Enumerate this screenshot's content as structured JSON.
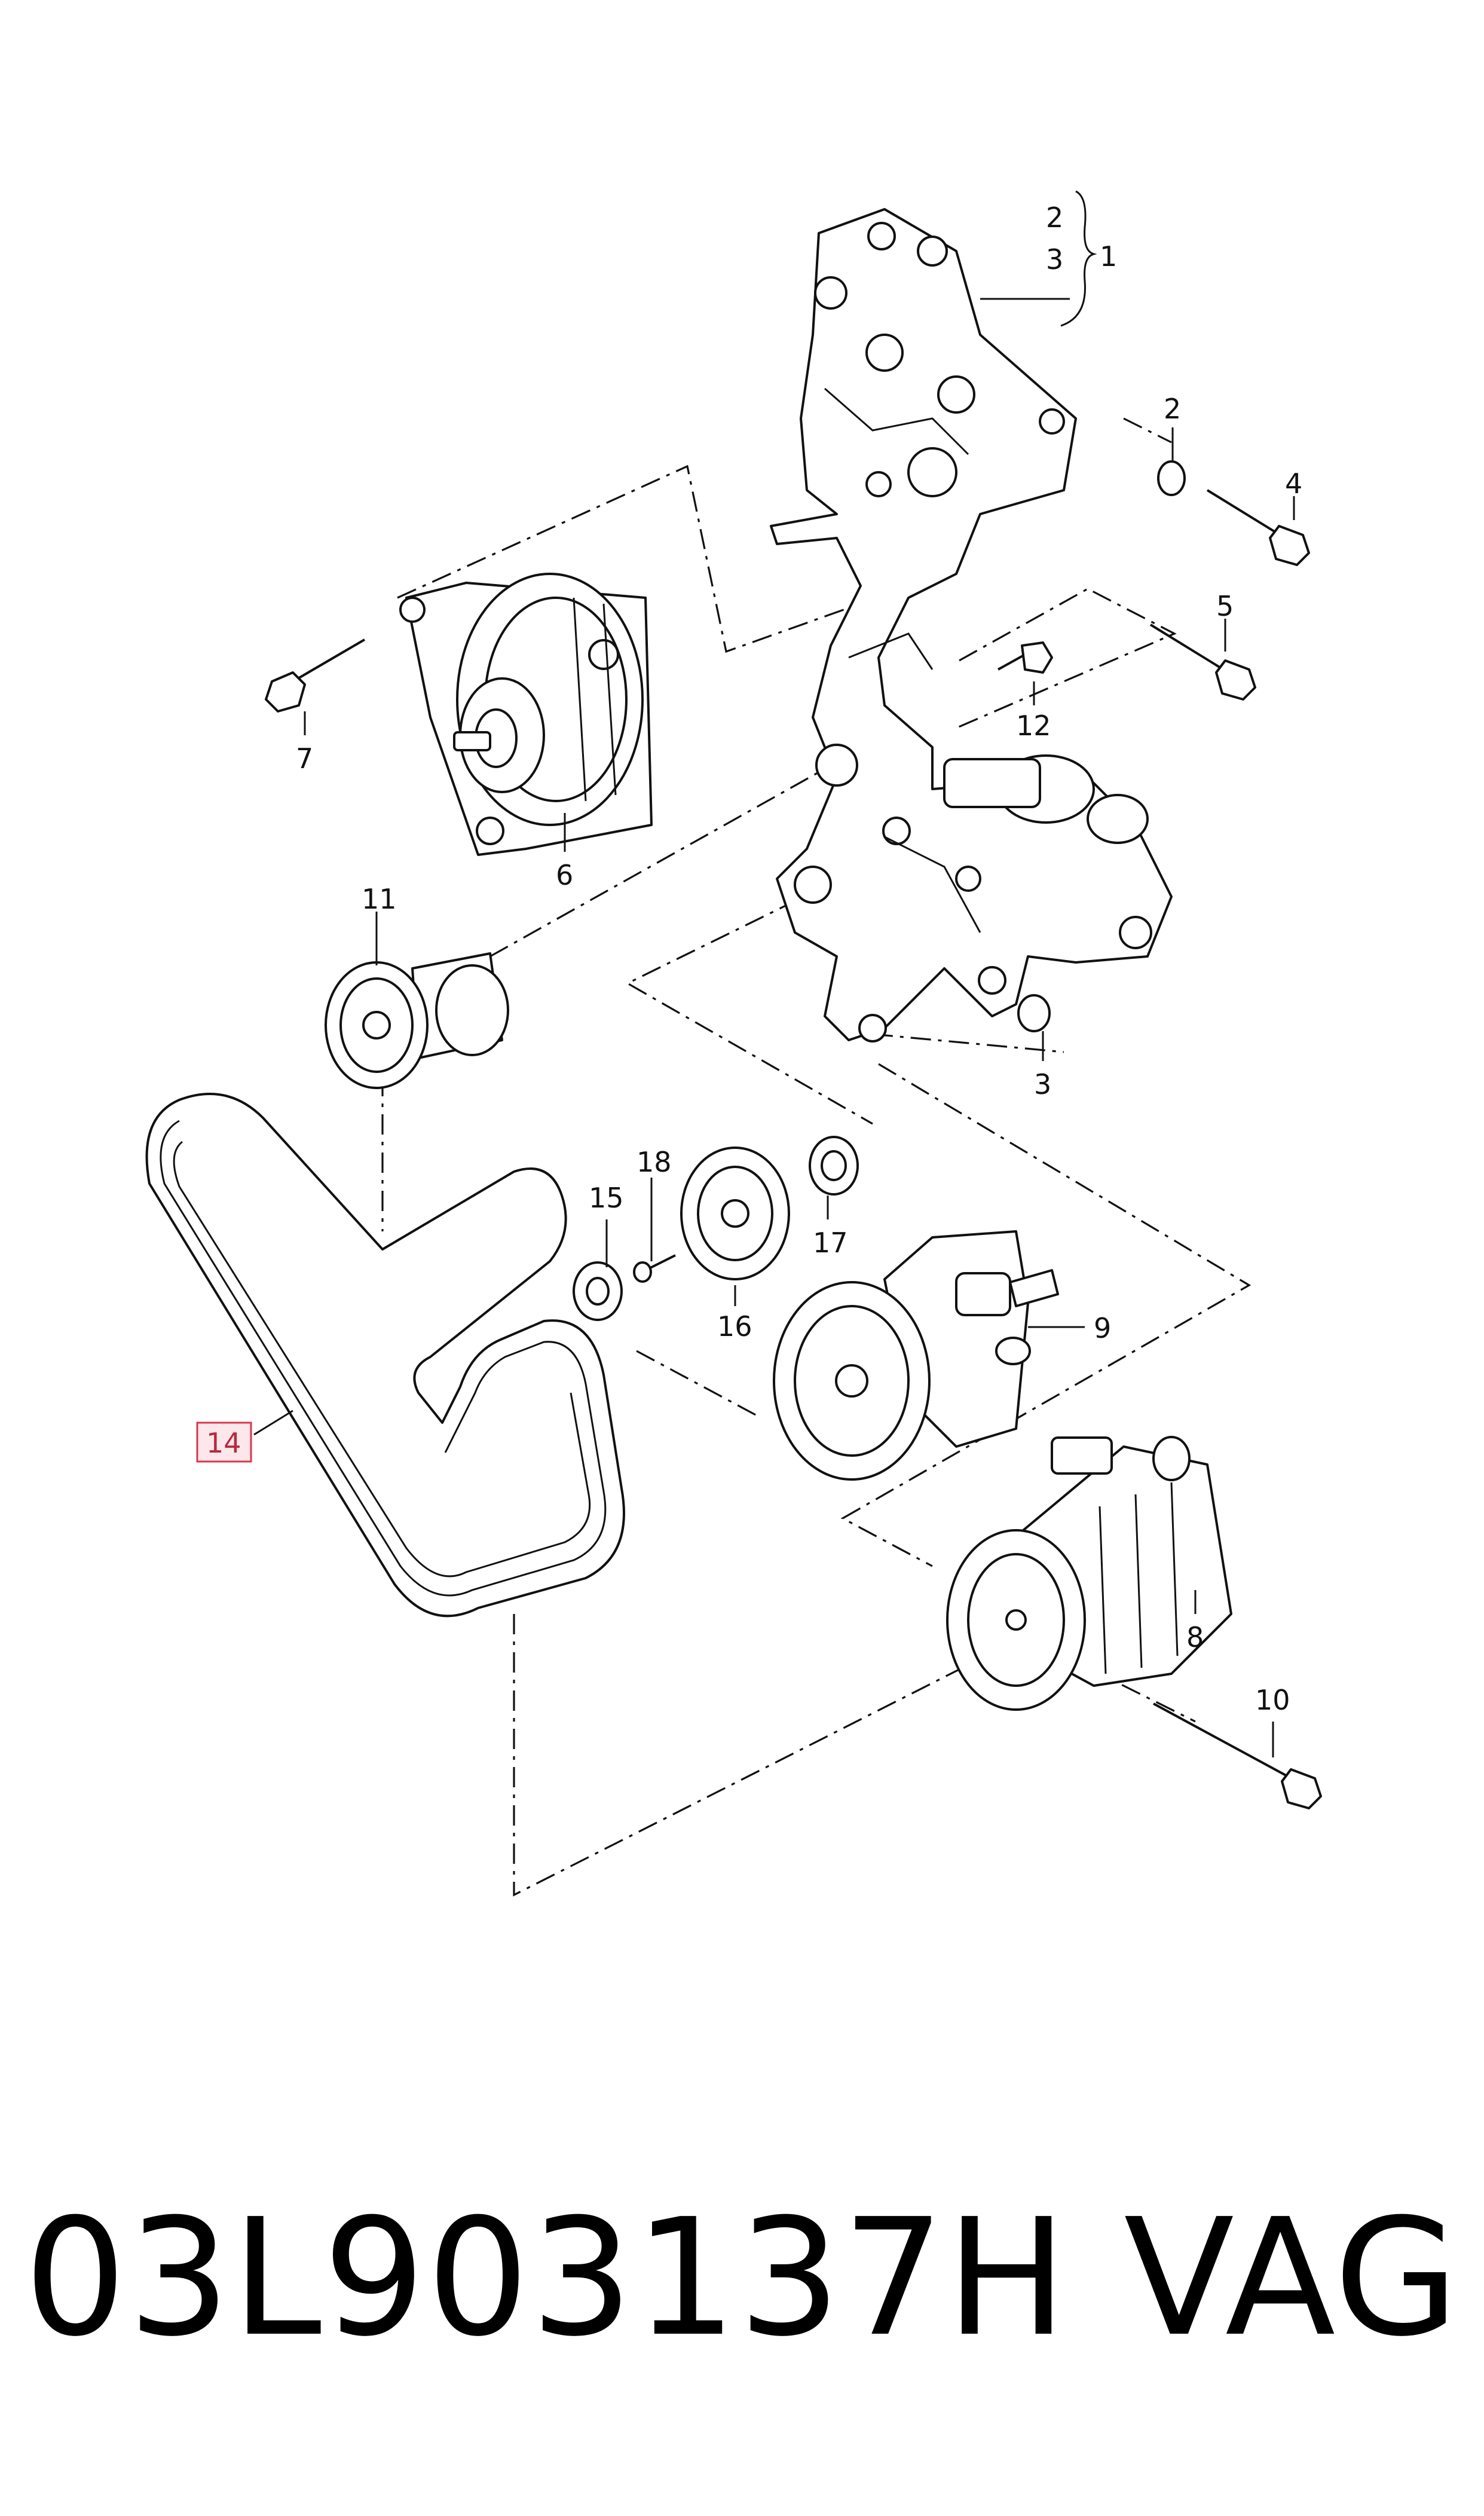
{
  "callouts": {
    "c1": "1",
    "c2a": "2",
    "c3a": "3",
    "c2": "2",
    "c4": "4",
    "c5": "5",
    "c6": "6",
    "c7": "7",
    "c8": "8",
    "c9": "9",
    "c10": "10",
    "c11": "11",
    "c12": "12",
    "c3": "3",
    "c14": "14",
    "c15": "15",
    "c16": "16",
    "c17": "17",
    "c18": "18"
  },
  "highlight": {
    "part": "14",
    "fill": "#fde7ea",
    "border": "#d9364e"
  },
  "caption": {
    "part_number": "03L903137H",
    "brand": "VAG"
  }
}
